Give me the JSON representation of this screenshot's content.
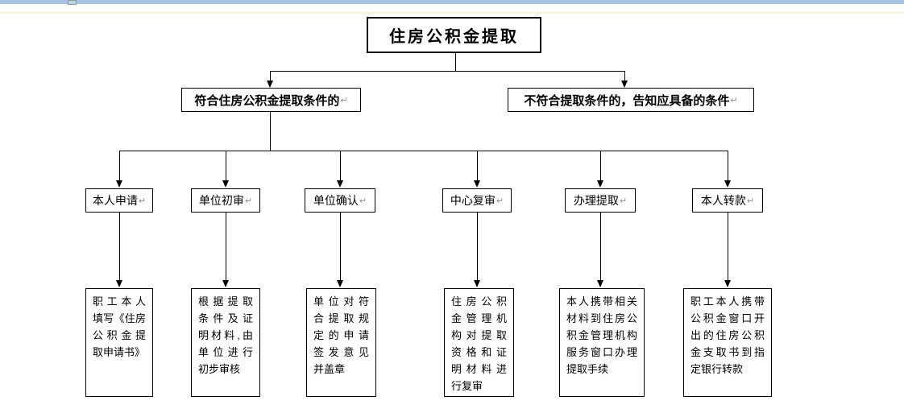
{
  "window": {
    "top_bar_color": "#a8c3e2",
    "ruler_marker_color": "#c6d1dd",
    "ruler_line_color": "#faf4e2"
  },
  "flowchart": {
    "title": "住房公积金提取",
    "paragraph_mark": "↵",
    "branches": [
      {
        "label": "符合住房公积金提取条件的"
      },
      {
        "label": "不符合提取条件的，告知应具备的条件"
      }
    ],
    "steps": [
      {
        "label": "本人申请",
        "detail": "职工本人填写《住房公积金提取申请书》",
        "detail_lines": [
          "职工本人",
          "填写《住房",
          "公积金提",
          "取申请书》"
        ]
      },
      {
        "label": "单位初审",
        "detail": "根据提取条件及证明材料,由单位进行初步审核",
        "detail_lines": [
          "根据提取",
          "条件及证",
          "明材料,由",
          "单位进行",
          "初步审核"
        ]
      },
      {
        "label": "单位确认",
        "detail": "单位对符合提取规定的申请签发意见并盖章",
        "detail_lines": [
          "单位对符",
          "合提取规",
          "定的申请",
          "签发意见",
          "并盖章"
        ]
      },
      {
        "label": "中心复审",
        "detail": "住房公积金管理机构对提取资格和证明材料进行复审",
        "detail_lines": [
          "住房公积",
          "金管理机",
          "构对提取",
          "资格和证",
          "明材料进",
          "行复审"
        ]
      },
      {
        "label": "办理提取",
        "detail": "本人携带相关材料到住房公积金管理机构服务窗口办理提取手续",
        "detail_lines": [
          "本人携带相关",
          "材料到住房公",
          "积金管理机构",
          "服务窗口办理",
          "提取手续"
        ]
      },
      {
        "label": "本人转款",
        "detail": "职工本人携带公积金窗口开出的住房公积金支取书到指定银行转款",
        "detail_lines": [
          "职工本人携带",
          "公积金窗口开",
          "出的住房公积",
          "金支取书到指",
          "定银行转款"
        ]
      }
    ]
  }
}
